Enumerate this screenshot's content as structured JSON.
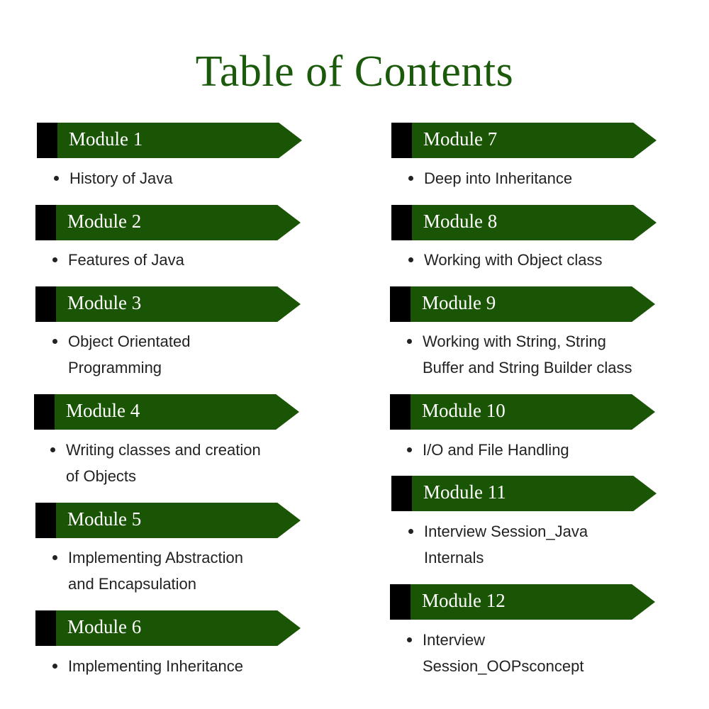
{
  "title": "Table of Contents",
  "modules": [
    {
      "label": "Module 1",
      "topic": [
        "History of Java"
      ]
    },
    {
      "label": "Module 2",
      "topic": [
        "Features of Java"
      ]
    },
    {
      "label": "Module 3",
      "topic": [
        "Object Orientated",
        "Programming"
      ]
    },
    {
      "label": "Module 4",
      "topic": [
        "Writing classes and creation",
        "of Objects"
      ]
    },
    {
      "label": "Module 5",
      "topic": [
        "Implementing Abstraction",
        "and Encapsulation"
      ]
    },
    {
      "label": "Module 6",
      "topic": [
        "Implementing Inheritance"
      ]
    },
    {
      "label": "Module 7",
      "topic": [
        "Deep into Inheritance"
      ]
    },
    {
      "label": "Module 8",
      "topic": [
        "Working with Object class"
      ]
    },
    {
      "label": "Module 9",
      "topic": [
        "Working with String, String",
        "Buffer and String Builder class"
      ]
    },
    {
      "label": "Module 10",
      "topic": [
        "I/O and File Handling"
      ]
    },
    {
      "label": "Module 11",
      "topic": [
        "Interview Session_Java",
        "Internals"
      ]
    },
    {
      "label": "Module 12",
      "topic": [
        "Interview",
        "Session_OOPsconcept"
      ]
    }
  ],
  "colors": {
    "accent": "#1a5505",
    "title": "#1b5a0b",
    "tab": "#000000"
  }
}
